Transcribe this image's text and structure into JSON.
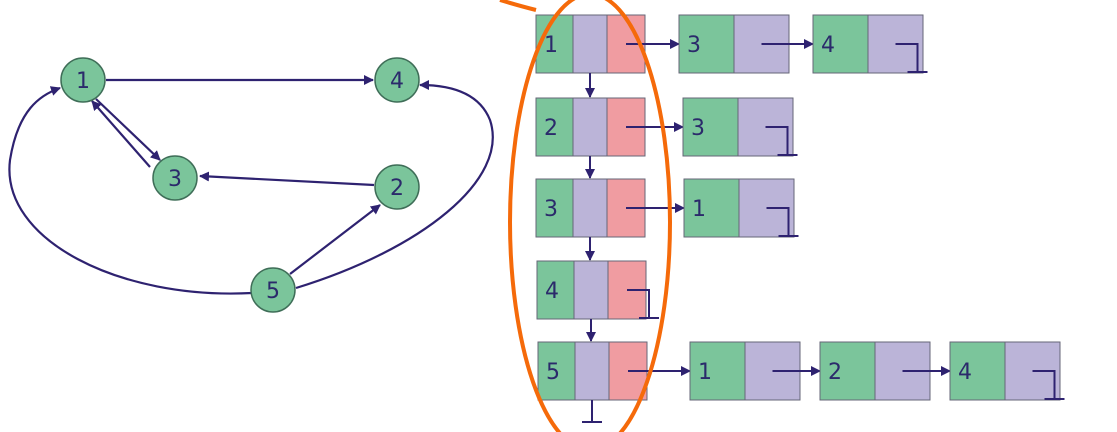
{
  "colors": {
    "node_fill": "#7bc59b",
    "node_stroke": "#3f6e58",
    "arrow": "#2e2270",
    "cell_green": "#7bc59b",
    "cell_purple": "#bbb4d8",
    "cell_pink": "#f09ca1",
    "cell_border": "#666677",
    "highlight": "#f56a0a"
  },
  "graph": {
    "nodes": [
      {
        "id": "1",
        "label": "1"
      },
      {
        "id": "2",
        "label": "2"
      },
      {
        "id": "3",
        "label": "3"
      },
      {
        "id": "4",
        "label": "4"
      },
      {
        "id": "5",
        "label": "5"
      }
    ],
    "edges": [
      {
        "from": "1",
        "to": "4"
      },
      {
        "from": "1",
        "to": "3"
      },
      {
        "from": "3",
        "to": "1"
      },
      {
        "from": "2",
        "to": "3"
      },
      {
        "from": "5",
        "to": "2"
      },
      {
        "from": "5",
        "to": "1"
      },
      {
        "from": "5",
        "to": "4"
      }
    ]
  },
  "adjacency_list": [
    {
      "vertex": "1",
      "neighbors": [
        "3",
        "4"
      ]
    },
    {
      "vertex": "2",
      "neighbors": [
        "3"
      ]
    },
    {
      "vertex": "3",
      "neighbors": [
        "1"
      ]
    },
    {
      "vertex": "4",
      "neighbors": []
    },
    {
      "vertex": "5",
      "neighbors": [
        "1",
        "2",
        "4"
      ]
    }
  ]
}
